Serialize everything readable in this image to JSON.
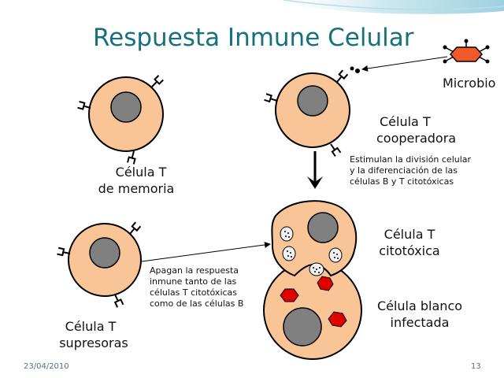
{
  "title": "Respuesta Inmune Celular",
  "labels": {
    "microbio": "Microbio",
    "t_cooperadora_1": "Célula T",
    "t_cooperadora_2": "cooperadora",
    "t_memoria_1": "Célula T",
    "t_memoria_2": "de memoria",
    "t_citotoxica_1": "Célula T",
    "t_citotoxica_2": "citotóxica",
    "blanco_1": "Célula blanco",
    "blanco_2": "infectada",
    "t_supresoras_1": "Célula T",
    "t_supresoras_2": "supresoras"
  },
  "notes": {
    "estimulan": [
      "Estimulan la división celular",
      "y la diferenciación  de las",
      "células B y T citotóxicas"
    ],
    "apagan": [
      "Apagan la respuesta",
      "inmune tanto de las",
      "células T citotóxicas",
      "como de las células B"
    ]
  },
  "footer": {
    "date": "23/04/2010",
    "page": "13"
  },
  "colors": {
    "title": "#17707e",
    "cell_fill": "#f9c597",
    "nucleus": "#808080",
    "microbe": "#f05a28",
    "infection": "#e00000"
  }
}
